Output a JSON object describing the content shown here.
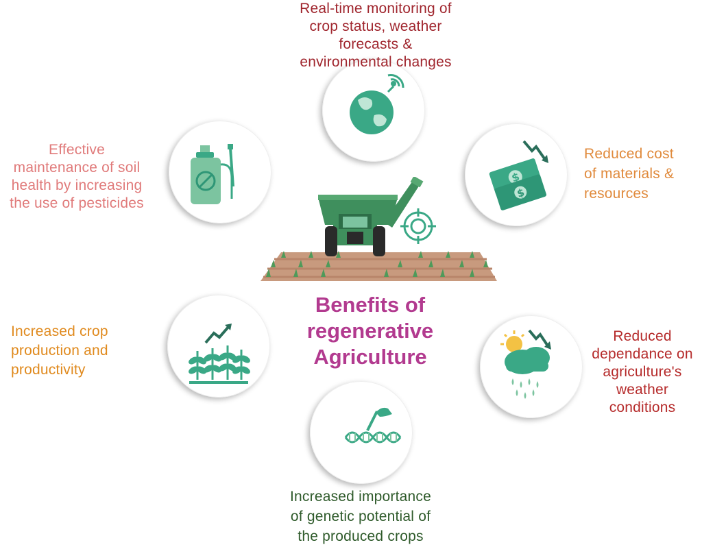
{
  "title_lines": [
    "Benefits of",
    "regenerative",
    "Agriculture"
  ],
  "benefits": {
    "monitoring": {
      "lines": [
        "Real-time monitoring of",
        "crop status, weather",
        "forecasts &",
        "environmental changes"
      ],
      "color": "#a0262e",
      "icon": "globe-satellite-icon"
    },
    "cost": {
      "lines": [
        "Reduced cost",
        "of materials &",
        "resources"
      ],
      "color": "#e08a3c",
      "icon": "money-down-icon"
    },
    "weather": {
      "lines": [
        "Reduced",
        "dependance on",
        "agriculture's",
        "weather",
        "conditions"
      ],
      "color": "#b52a2a",
      "icon": "weather-cloud-icon"
    },
    "genetic": {
      "lines": [
        "Increased importance",
        "of genetic potential of",
        "the produced crops"
      ],
      "color": "#2e5a2a",
      "icon": "dna-icon"
    },
    "production": {
      "lines": [
        "Increased crop",
        "production and",
        "productivity"
      ],
      "color": "#e08a1e",
      "icon": "crop-growth-icon"
    },
    "soil": {
      "lines": [
        "Effective",
        "maintenance of soil",
        "health by increasing",
        "the use of pesticides"
      ],
      "color": "#e07a7a",
      "icon": "pesticide-sprayer-icon"
    }
  },
  "colors": {
    "teal": "#3aa886",
    "title": "#b23a8f",
    "tractor": "#3f8f5d",
    "soil": "#c89a7e"
  }
}
